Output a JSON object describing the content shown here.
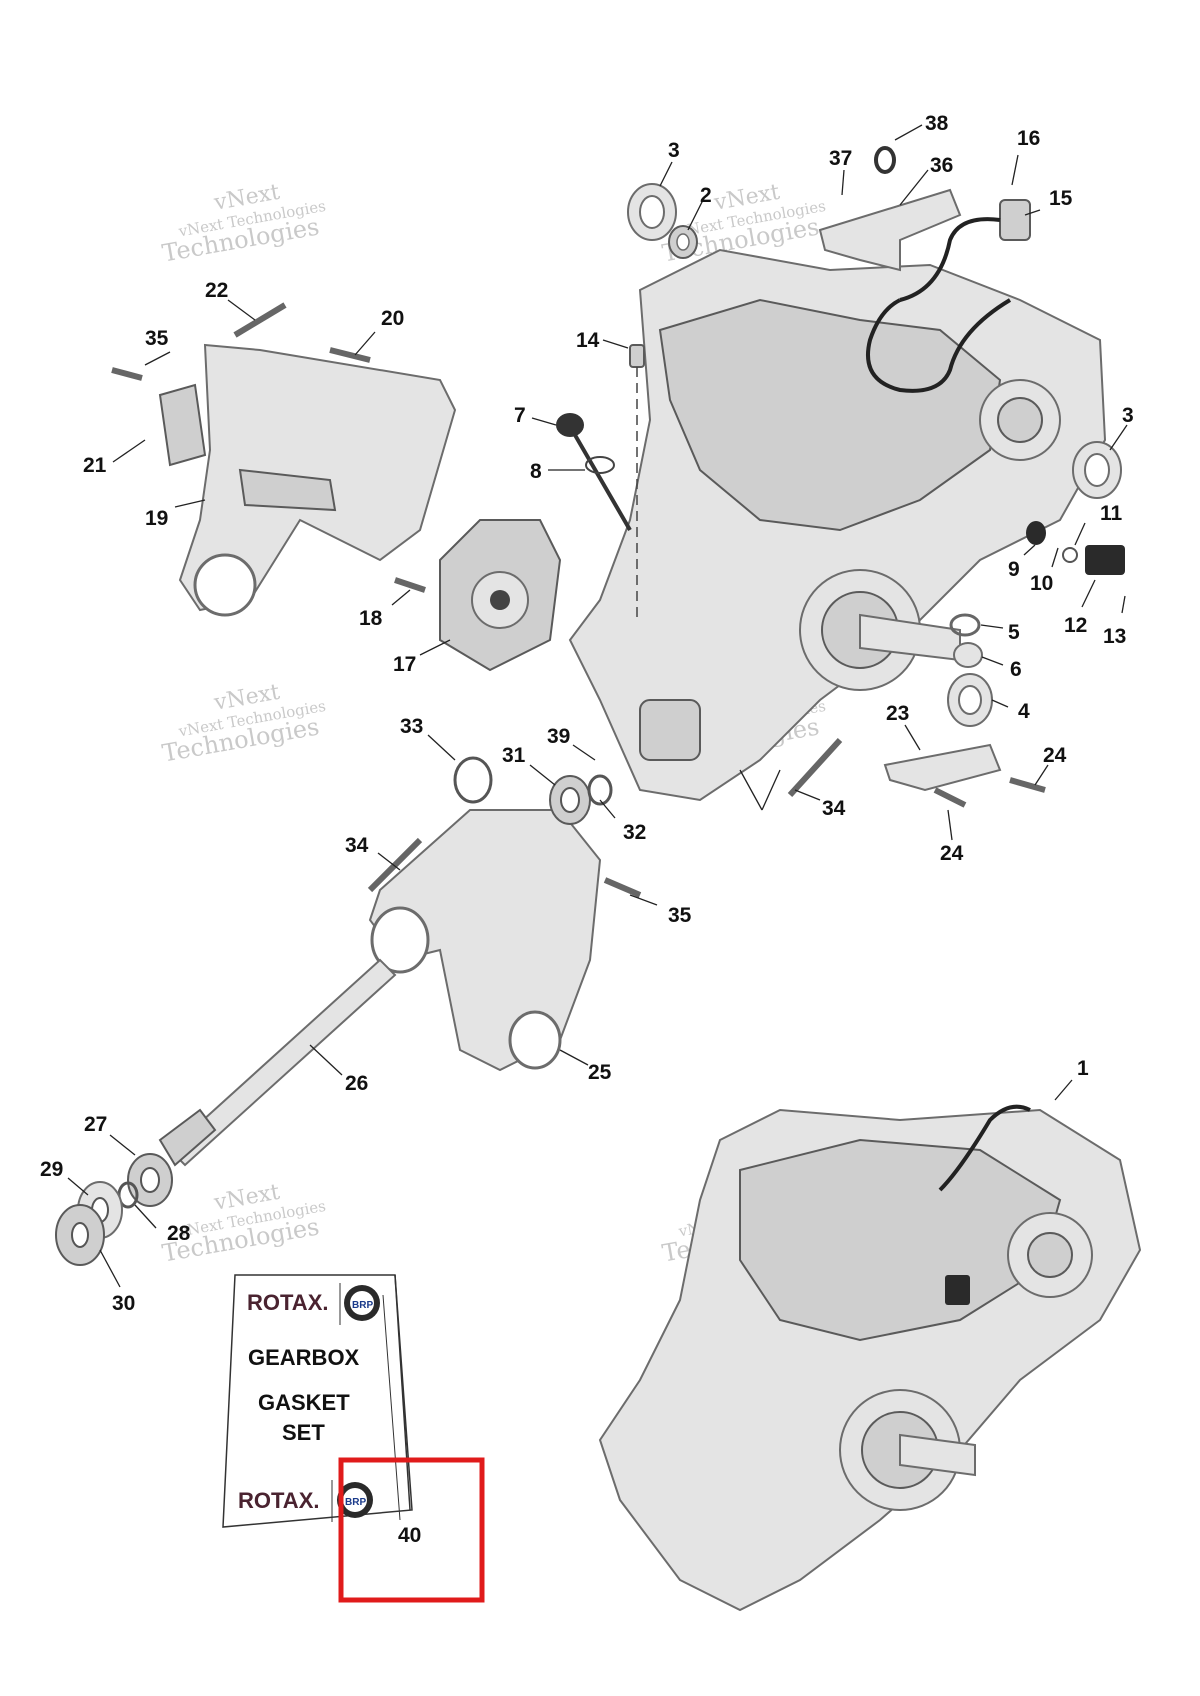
{
  "watermark": {
    "line1": "vNext",
    "line2": "vNext Technologies",
    "line3": "Technologies"
  },
  "callouts": [
    {
      "id": "1",
      "label": "1"
    },
    {
      "id": "2",
      "label": "2"
    },
    {
      "id": "3a",
      "label": "3"
    },
    {
      "id": "3b",
      "label": "3"
    },
    {
      "id": "4",
      "label": "4"
    },
    {
      "id": "5",
      "label": "5"
    },
    {
      "id": "6",
      "label": "6"
    },
    {
      "id": "7",
      "label": "7"
    },
    {
      "id": "8",
      "label": "8"
    },
    {
      "id": "9",
      "label": "9"
    },
    {
      "id": "10",
      "label": "10"
    },
    {
      "id": "11",
      "label": "11"
    },
    {
      "id": "12",
      "label": "12"
    },
    {
      "id": "13",
      "label": "13"
    },
    {
      "id": "14",
      "label": "14"
    },
    {
      "id": "15",
      "label": "15"
    },
    {
      "id": "16",
      "label": "16"
    },
    {
      "id": "17",
      "label": "17"
    },
    {
      "id": "18",
      "label": "18"
    },
    {
      "id": "19",
      "label": "19"
    },
    {
      "id": "20",
      "label": "20"
    },
    {
      "id": "21",
      "label": "21"
    },
    {
      "id": "22",
      "label": "22"
    },
    {
      "id": "23",
      "label": "23"
    },
    {
      "id": "24a",
      "label": "24"
    },
    {
      "id": "24b",
      "label": "24"
    },
    {
      "id": "25",
      "label": "25"
    },
    {
      "id": "26",
      "label": "26"
    },
    {
      "id": "27",
      "label": "27"
    },
    {
      "id": "28",
      "label": "28"
    },
    {
      "id": "29",
      "label": "29"
    },
    {
      "id": "30",
      "label": "30"
    },
    {
      "id": "31",
      "label": "31"
    },
    {
      "id": "32",
      "label": "32"
    },
    {
      "id": "33",
      "label": "33"
    },
    {
      "id": "34a",
      "label": "34"
    },
    {
      "id": "34b",
      "label": "34"
    },
    {
      "id": "35a",
      "label": "35"
    },
    {
      "id": "35b",
      "label": "35"
    },
    {
      "id": "36",
      "label": "36"
    },
    {
      "id": "37",
      "label": "37"
    },
    {
      "id": "38",
      "label": "38"
    },
    {
      "id": "39",
      "label": "39"
    },
    {
      "id": "40",
      "label": "40"
    }
  ],
  "gasket_kit": {
    "brand": "ROTAX.",
    "logo": "BRP",
    "line1": "GEARBOX",
    "line2": "GASKET",
    "line3": "SET"
  },
  "highlight": {
    "color": "#e01b1b",
    "target": "40"
  }
}
